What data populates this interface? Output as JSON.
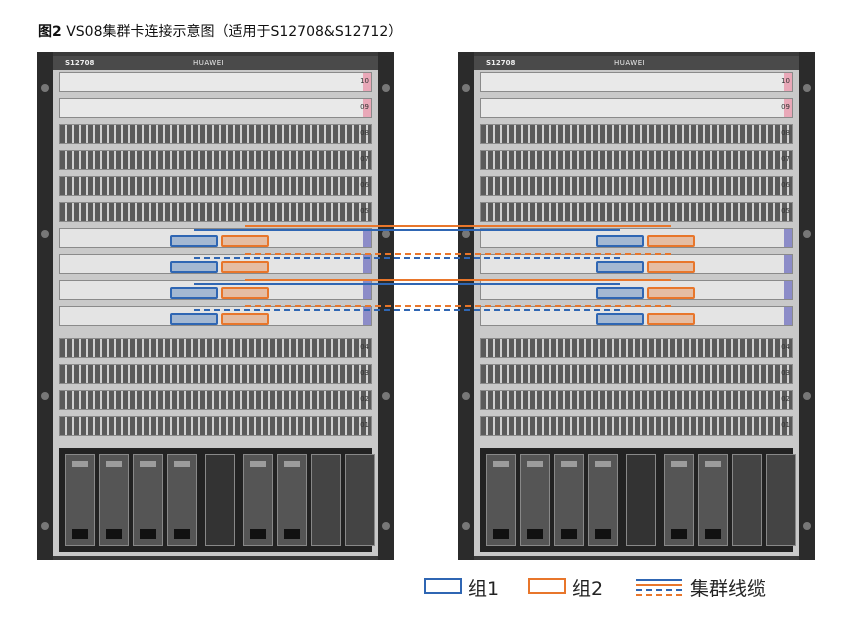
{
  "caption": {
    "figure_label": "图2",
    "title": " VS08集群卡连接示意图（适用于S12708&S12712）"
  },
  "colors": {
    "group1": "#2f66b3",
    "group2": "#e8762b"
  },
  "left_chassis": {
    "model": "S12708",
    "brand": "HUAWEI",
    "slot_numbers": [
      "10",
      "09",
      "08",
      "07",
      "06",
      "05",
      "",
      "",
      "",
      "",
      "04",
      "03",
      "02",
      "01"
    ]
  },
  "right_chassis": {
    "model": "S12708",
    "brand": "HUAWEI",
    "slot_numbers": [
      "10",
      "09",
      "08",
      "07",
      "06",
      "05",
      "",
      "",
      "",
      "",
      "04",
      "03",
      "02",
      "01"
    ]
  },
  "legend": {
    "group1_label": "组1",
    "group2_label": "组2",
    "cable_label": "集群线缆"
  }
}
